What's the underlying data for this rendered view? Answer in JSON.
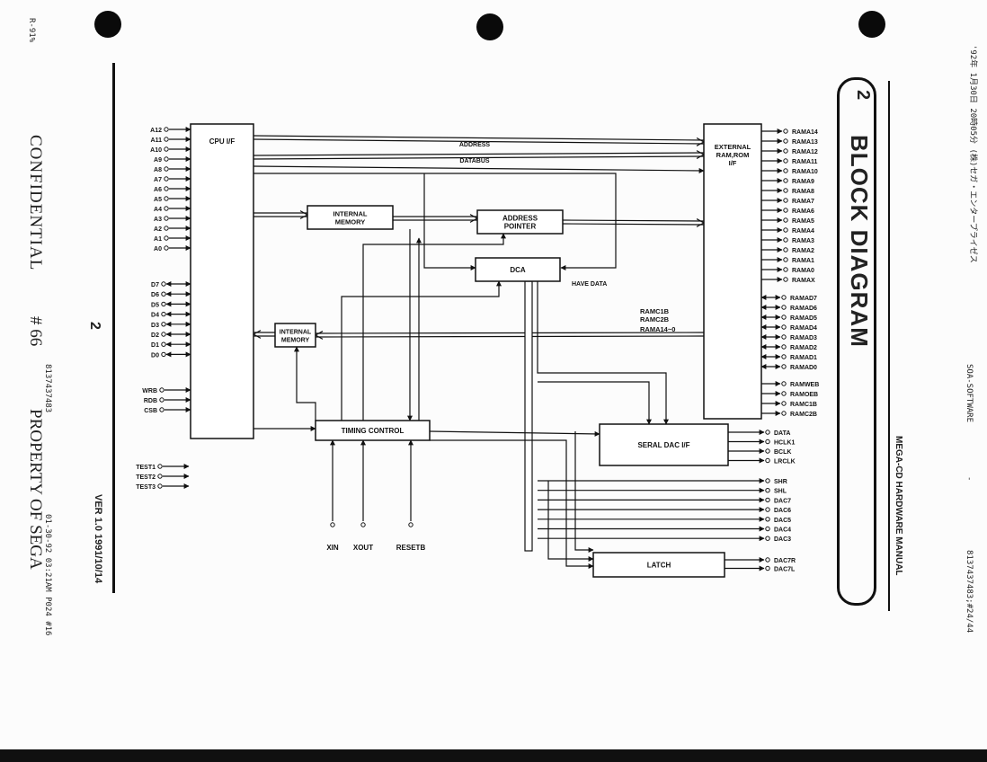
{
  "page": {
    "number": "2",
    "corner_code": "R-91%",
    "confidential": "CONFIDENTIAL",
    "copy_number": "# 66",
    "property": "PROPERTY OF SEGA",
    "fax_left_number": "8137437483",
    "fax_left_datetime": "01-30-92 03:21AM P024 #16",
    "fax_right_number": "8137437483;#24/44",
    "fax_right_sender": "SOA-SOFTWARE",
    "fax_right_header": "'92年 1月30日 20時05分 (株)セガ・エンタープライゼス",
    "fax_right_dash": "-",
    "manual_title": "MEGA-CD HARDWARE MANUAL",
    "section_number": "2",
    "section_title": "BLOCK DIAGRAM",
    "version": "VER 1.0 1991/10/14"
  },
  "diagram": {
    "blocks": {
      "cpu_if": "CPU I/F",
      "ext_ram_rom_if": [
        "EXTERNAL",
        "RAM,ROM",
        "I/F"
      ],
      "internal_memory_top": [
        "INTERNAL",
        "MEMORY"
      ],
      "internal_memory_left": [
        "INTERNAL",
        "MEMORY"
      ],
      "address_pointer": [
        "ADDRESS",
        "POINTER"
      ],
      "dca": "DCA",
      "timing_control": "TIMING CONTROL",
      "serial_dac_if": "SERAL DAC I/F",
      "latch": "LATCH"
    },
    "bus_labels": {
      "address": "ADDRESS",
      "databus": "DATABUS",
      "have_data": "HAVE DATA",
      "ramc1b": "RAMC1B",
      "ramc2b": "RAMC2B",
      "rama14_0": "RAMA14~0"
    },
    "cpu_address_inputs": [
      "A12",
      "A11",
      "A10",
      "A9",
      "A8",
      "A7",
      "A6",
      "A5",
      "A4",
      "A3",
      "A2",
      "A1",
      "A0"
    ],
    "cpu_data_pins": [
      "D7",
      "D6",
      "D5",
      "D4",
      "D3",
      "D2",
      "D1",
      "D0"
    ],
    "cpu_control_inputs": [
      "WRB",
      "RDB",
      "CSB"
    ],
    "test_inputs": [
      "TEST1",
      "TEST2",
      "TEST3"
    ],
    "timing_inputs": [
      "XIN",
      "XOUT",
      "RESETB"
    ],
    "ext_address_outputs": [
      "RAMA14",
      "RAMA13",
      "RAMA12",
      "RAMA11",
      "RAMA10",
      "RAMA9",
      "RAMA8",
      "RAMA7",
      "RAMA6",
      "RAMA5",
      "RAMA4",
      "RAMA3",
      "RAMA2",
      "RAMA1",
      "RAMA0",
      "RAMAX"
    ],
    "ext_data_pins": [
      "RAMAD7",
      "RAMAD6",
      "RAMAD5",
      "RAMAD4",
      "RAMAD3",
      "RAMAD2",
      "RAMAD1",
      "RAMAD0"
    ],
    "ext_control_outputs": [
      "RAMWEB",
      "RAMOEB",
      "RAMC1B",
      "RAMC2B"
    ],
    "serial_dac_outputs": [
      "DATA",
      "HCLK1",
      "BCLK",
      "LRCLK"
    ],
    "dac_outputs": [
      "SHR",
      "SHL",
      "DAC7",
      "DAC6",
      "DAC5",
      "DAC4",
      "DAC3"
    ],
    "latch_outputs": [
      "DAC7R",
      "DAC7L"
    ]
  },
  "colors": {
    "ink": "#111111",
    "paper": "#fcfcfc",
    "hole": "#0a0a0a"
  }
}
